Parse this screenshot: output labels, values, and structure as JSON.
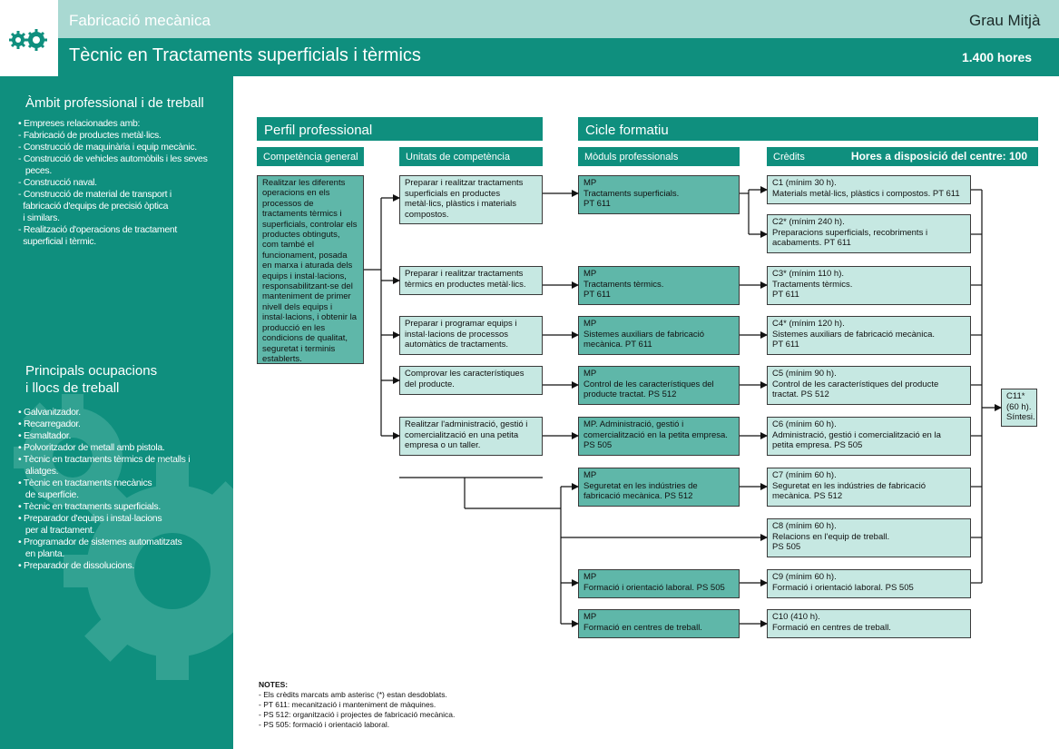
{
  "header": {
    "department": "Fabricació mecànica",
    "grade": "Grau Mitjà",
    "title": "Tècnic en Tractaments superficials i tèrmics",
    "hours": "1.400 hores"
  },
  "colors": {
    "brand": "#0f8f7e",
    "light_band": "#a9d9d2",
    "light_box": "#c6e8e2",
    "mid_box": "#5fb7a9"
  },
  "icons": {
    "logo": "gear-icon",
    "watermark": "gear-watermark-icon"
  },
  "sidebar": {
    "ambit_title": "Àmbit professional i de treball",
    "ambit_items": [
      "• Empreses relacionades amb:",
      "- Fabricació de productes metàl·lics.",
      "- Construcció de maquinària i equip mecànic.",
      "- Construcció de vehicles automòbils i les seves",
      "   peces.",
      "- Construcció naval.",
      "- Construcció de material de transport i",
      "  fabricació d'equips de precisió òptica",
      "  i similars.",
      "- Realització d'operacions de tractament",
      "  superficial i tèrmic."
    ],
    "ocup_title_1": "Principals ocupacions",
    "ocup_title_2": "i llocs de treball",
    "ocup_items": [
      "• Galvanitzador.",
      "• Recarregador.",
      "• Esmaltador.",
      "• Polvoritzador de metall amb pistola.",
      "• Tècnic en tractaments tèrmics de metalls i",
      "   aliatges.",
      "• Tècnic en tractaments mecànics",
      "   de superfície.",
      "• Tècnic en tractaments superficials.",
      "• Preparador d'equips i instal·lacions",
      "   per al tractament.",
      "• Programador de sistemes automatitzats",
      "   en planta.",
      "• Preparador de dissolucions."
    ]
  },
  "perfil": {
    "title": "Perfil professional",
    "competencia_head": "Competència general",
    "unitats_head": "Unitats de competència",
    "competencia_text": "Realitzar les diferents operacions en els processos de tractaments tèrmics i superficials, controlar els productes obtinguts, com també el funcionament, posada en marxa i aturada dels equips i instal·lacions, responsabilitzant-se del manteniment de primer nivell dels equips i instal·lacions, i obtenir la producció en les condicions de qualitat, seguretat i terminis establerts.",
    "unitats": [
      "Preparar i realitzar tractaments superficials en productes metàl·lics, plàstics i materials compostos.",
      "Preparar i realitzar tractaments tèrmics en productes metàl·lics.",
      "Preparar i programar equips i instal·lacions de processos automàtics de tractaments.",
      "Comprovar les característiques del producte.",
      "Realitzar l'administració, gestió i comercialització en una petita empresa o un taller."
    ]
  },
  "cicle": {
    "title": "Cicle formatiu",
    "moduls_head": "Mòduls professionals",
    "credits_head": "Crèdits",
    "hores_centre": "Hores a disposició del centre: 100",
    "moduls": [
      {
        "l1": "MP",
        "l2": "Tractaments superficials.",
        "l3": "PT 611"
      },
      {
        "l1": "MP",
        "l2": "Tractaments tèrmics.",
        "l3": "PT 611"
      },
      {
        "l1": "MP",
        "l2": "Sistemes auxiliars de fabricació",
        "l3": "mecànica. PT 611"
      },
      {
        "l1": "MP",
        "l2": "Control de les característiques del",
        "l3": "producte tractat. PS 512"
      },
      {
        "l1": "MP. Administració, gestió i",
        "l2": "comercialització en la petita empresa.",
        "l3": "PS 505"
      },
      {
        "l1": "MP",
        "l2": "Seguretat en les indústries de",
        "l3": "fabricació mecànica. PS 512"
      },
      {
        "l1": "MP",
        "l2": "Formació i orientació laboral. PS 505",
        "l3": ""
      },
      {
        "l1": "MP",
        "l2": "Formació en centres de treball.",
        "l3": ""
      }
    ],
    "credits": [
      {
        "l1": "C1 (mínim 30 h).",
        "l2": "Materials metàl·lics, plàstics i compostos. PT 611",
        "l3": ""
      },
      {
        "l1": "C2* (mínim 240 h).",
        "l2": "Preparacions superficials, recobriments i",
        "l3": "acabaments. PT 611"
      },
      {
        "l1": "C3* (mínim 110 h).",
        "l2": "Tractaments tèrmics.",
        "l3": "PT 611"
      },
      {
        "l1": "C4* (mínim 120 h).",
        "l2": "Sistemes auxiliars de fabricació mecànica.",
        "l3": "PT 611"
      },
      {
        "l1": "C5 (mínim 90 h).",
        "l2": "Control de les característiques del producte",
        "l3": "tractat. PS 512"
      },
      {
        "l1": "C6 (mínim 60 h).",
        "l2": "Administració, gestió i comercialització en la",
        "l3": "petita empresa. PS 505"
      },
      {
        "l1": "C7 (mínim 60 h).",
        "l2": "Seguretat en les indústries de fabricació",
        "l3": "mecànica. PS 512"
      },
      {
        "l1": "C8 (mínim 60 h).",
        "l2": "Relacions en l'equip de treball.",
        "l3": "PS 505"
      },
      {
        "l1": "C9 (mínim 60 h).",
        "l2": "Formació i orientació laboral. PS 505",
        "l3": ""
      },
      {
        "l1": "C10 (410 h).",
        "l2": "Formació en centres de treball.",
        "l3": ""
      }
    ],
    "c11": {
      "l1": "C11*",
      "l2": "(60 h).",
      "l3": "Síntesi."
    }
  },
  "notes": {
    "title": "NOTES:",
    "lines": [
      "- Els crèdits marcats amb asterisc (*) estan desdoblats.",
      "- PT 611: mecanització i manteniment de màquines.",
      "- PS 512: organització i projectes de fabricació mecànica.",
      "- PS 505: formació i orientació laboral."
    ]
  }
}
